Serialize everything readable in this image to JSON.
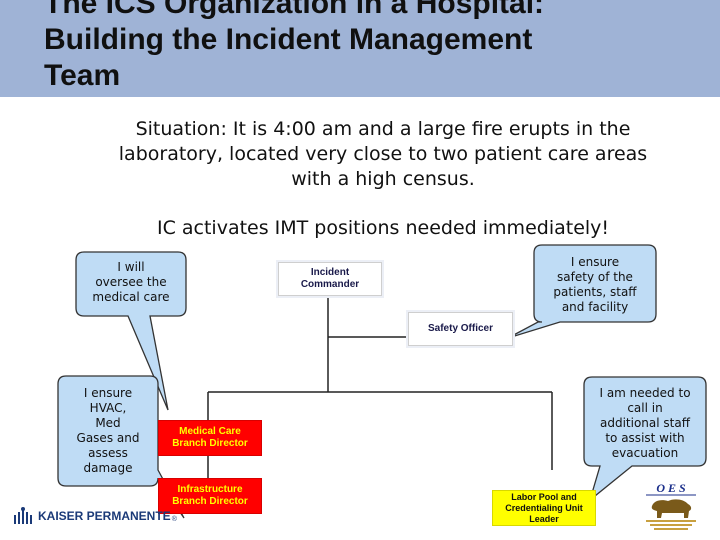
{
  "header": {
    "title_line1": "The ICS Organization in a Hospital:",
    "title_line2": "Building the Incident Management",
    "title_line3": "Team",
    "background": "#9fb3d6"
  },
  "situation": {
    "line1": "Situation:  It is 4:00 am and a large fire erupts in the",
    "line2": "laboratory, located very close to two patient care areas",
    "line3": "with a high census."
  },
  "activation": "IC activates IMT positions needed immediately!",
  "org_chart": {
    "incident_commander": {
      "line1": "Incident",
      "line2": "Commander"
    },
    "safety_officer": "Safety Officer",
    "medical_care": {
      "line1": "Medical Care",
      "line2": "Branch Director",
      "color": "#ff0000"
    },
    "infrastructure": {
      "line1": "Infrastructure",
      "line2": "Branch Director",
      "color": "#ff0000"
    },
    "labor_pool": {
      "line1": "Labor Pool and",
      "line2": "Credentialing Unit",
      "line3": "Leader",
      "color": "#ffff00"
    }
  },
  "callouts": {
    "medical": [
      "I will",
      "oversee the",
      "medical care"
    ],
    "safety": [
      "I ensure",
      "safety of the",
      "patients, staff",
      "and facility"
    ],
    "infrastructure": [
      "I ensure",
      "HVAC,",
      "Med",
      "Gases and",
      "assess",
      "damage"
    ],
    "labor": [
      "I am needed to",
      "call in",
      "additional staff",
      "to assist with",
      "evacuation"
    ]
  },
  "logos": {
    "kaiser": "KAISER PERMANENTE",
    "kaiser_mark": "®",
    "oes": "O E S"
  }
}
